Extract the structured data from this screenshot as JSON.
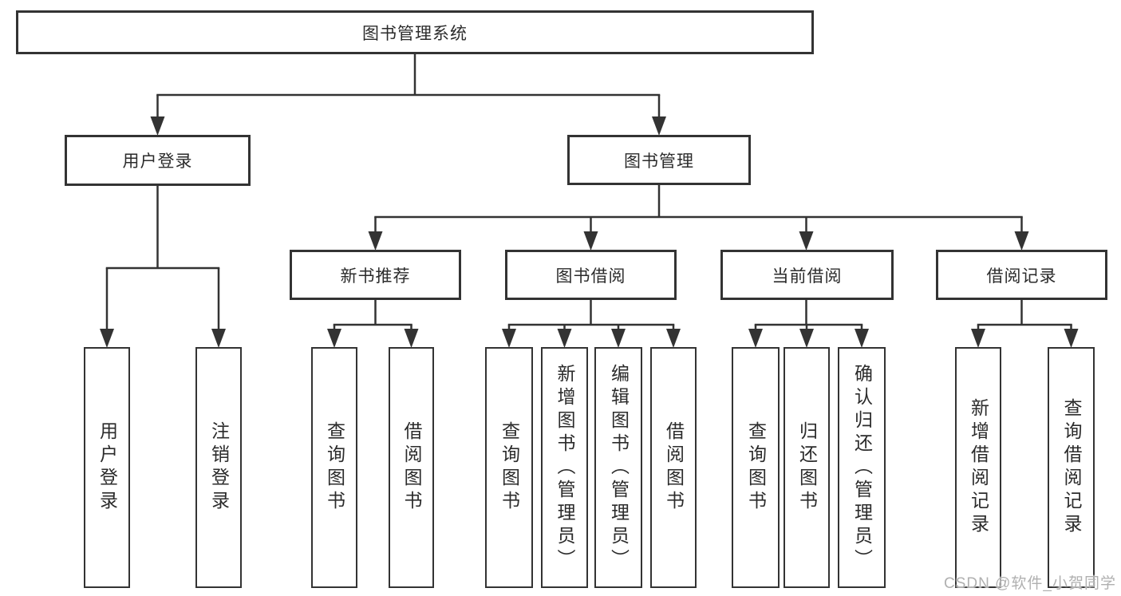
{
  "diagram": {
    "type": "hierarchy-tree",
    "levels": 4
  },
  "nodes": {
    "root": {
      "label": "图书管理系统"
    },
    "user_login": {
      "label": "用户登录"
    },
    "book_mgmt": {
      "label": "图书管理"
    },
    "new_book_rec": {
      "label": "新书推荐"
    },
    "book_borrow": {
      "label": "图书借阅"
    },
    "current_borrow": {
      "label": "当前借阅"
    },
    "borrow_record": {
      "label": "借阅记录"
    },
    "leaf_user_login": {
      "label": "用户登录"
    },
    "leaf_logout": {
      "label": "注销登录"
    },
    "leaf_query_book_1": {
      "label": "查询图书"
    },
    "leaf_borrow_book_1": {
      "label": "借阅图书"
    },
    "leaf_query_book_2": {
      "label": "查询图书"
    },
    "leaf_add_book": {
      "label": "新增图书（管理员）"
    },
    "leaf_edit_book": {
      "label": "编辑图书（管理员）"
    },
    "leaf_borrow_book_2": {
      "label": "借阅图书"
    },
    "leaf_query_book_3": {
      "label": "查询图书"
    },
    "leaf_return_book": {
      "label": "归还图书"
    },
    "leaf_confirm_return": {
      "label": "确认归还（管理员）"
    },
    "leaf_add_record": {
      "label": "新增借阅记录"
    },
    "leaf_query_record": {
      "label": "查询借阅记录"
    }
  },
  "edges": [
    {
      "from": "root",
      "to": [
        "user_login",
        "book_mgmt"
      ]
    },
    {
      "from": "user_login",
      "to": [
        "leaf_user_login",
        "leaf_logout"
      ]
    },
    {
      "from": "book_mgmt",
      "to": [
        "new_book_rec",
        "book_borrow",
        "current_borrow",
        "borrow_record"
      ]
    },
    {
      "from": "new_book_rec",
      "to": [
        "leaf_query_book_1",
        "leaf_borrow_book_1"
      ]
    },
    {
      "from": "book_borrow",
      "to": [
        "leaf_query_book_2",
        "leaf_add_book",
        "leaf_edit_book",
        "leaf_borrow_book_2"
      ]
    },
    {
      "from": "current_borrow",
      "to": [
        "leaf_query_book_3",
        "leaf_return_book",
        "leaf_confirm_return"
      ]
    },
    {
      "from": "borrow_record",
      "to": [
        "leaf_add_record",
        "leaf_query_record"
      ]
    }
  ],
  "watermark": "CSDN @软件_小贺同学",
  "colors": {
    "line": "#333333",
    "box_border": "#333333",
    "text": "#2b2b2b",
    "background": "#ffffff",
    "watermark": "#b0b0b0"
  }
}
